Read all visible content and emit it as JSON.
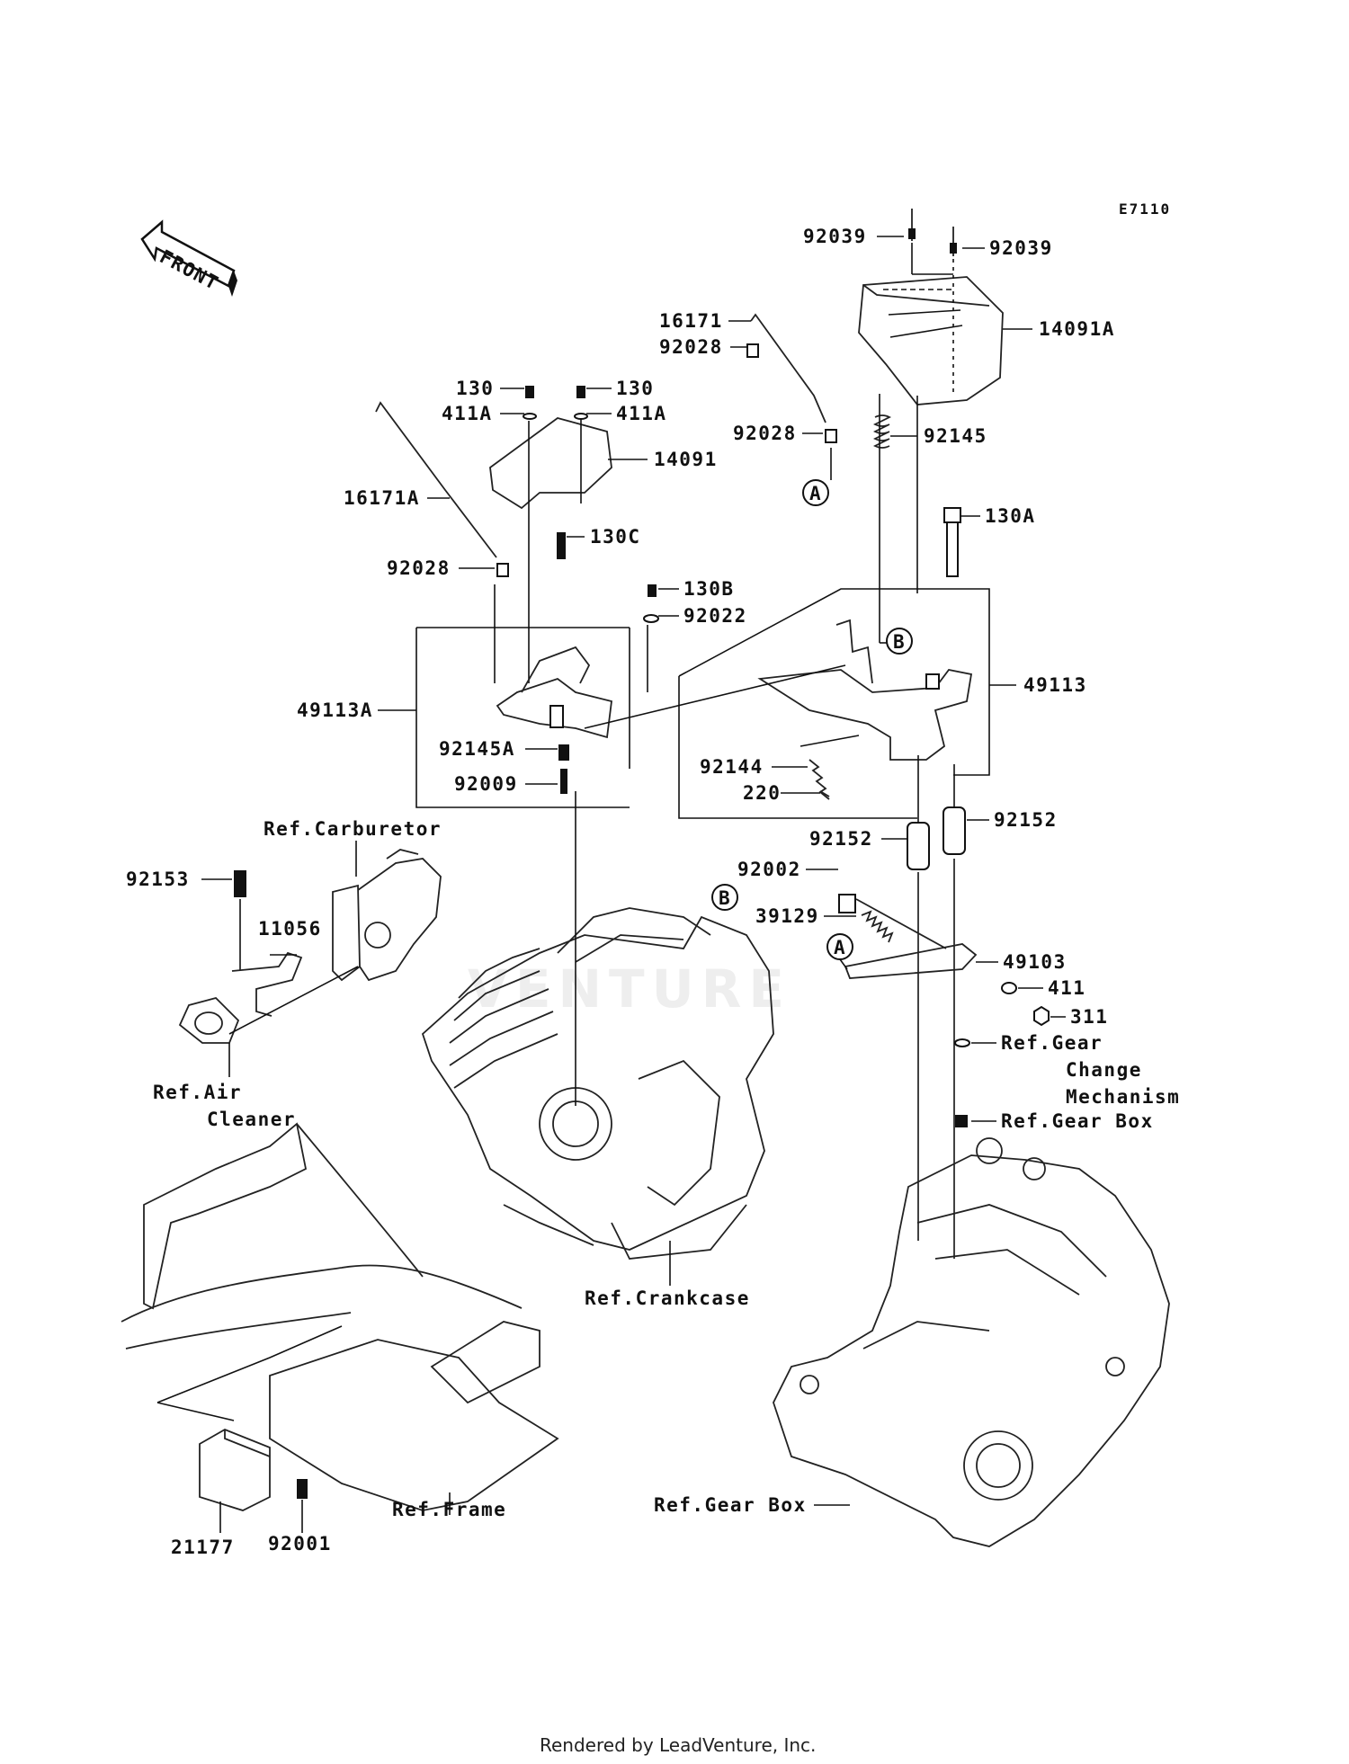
{
  "diagram": {
    "code": "E7110",
    "front_label": "FRONT",
    "watermark": "VENTURE",
    "footer": "Rendered by LeadVenture, Inc.",
    "circle_markers": {
      "a": "A",
      "b": "B"
    },
    "parts": {
      "p92039_left": "92039",
      "p92039_right": "92039",
      "p14091A": "14091A",
      "p16171": "16171",
      "p92028_top": "92028",
      "p130_left": "130",
      "p130_right": "130",
      "p411A_left": "411A",
      "p411A_right": "411A",
      "p92028_mid": "92028",
      "p92145": "92145",
      "p14091": "14091",
      "p16171A": "16171A",
      "p130C": "130C",
      "p130A": "130A",
      "p92028_low": "92028",
      "p130B": "130B",
      "p92022": "92022",
      "p49113A": "49113A",
      "p49113": "49113",
      "p92145A": "92145A",
      "p92144": "92144",
      "p92009": "92009",
      "p220": "220",
      "ref_carburetor": "Ref.Carburetor",
      "p92152_left": "92152",
      "p92152_right": "92152",
      "p92153": "92153",
      "p92002": "92002",
      "p39129": "39129",
      "p11056": "11056",
      "p49103": "49103",
      "p411": "411",
      "p311": "311",
      "ref_gear_change_1": "Ref.Gear",
      "ref_gear_change_2": "Change",
      "ref_gear_change_3": "Mechanism",
      "ref_air_cleaner_1": "Ref.Air",
      "ref_air_cleaner_2": "Cleaner",
      "ref_gear_box_top": "Ref.Gear Box",
      "ref_crankcase": "Ref.Crankcase",
      "ref_frame": "Ref.Frame",
      "ref_gear_box_bottom": "Ref.Gear Box",
      "p21177": "21177",
      "p92001": "92001"
    }
  }
}
